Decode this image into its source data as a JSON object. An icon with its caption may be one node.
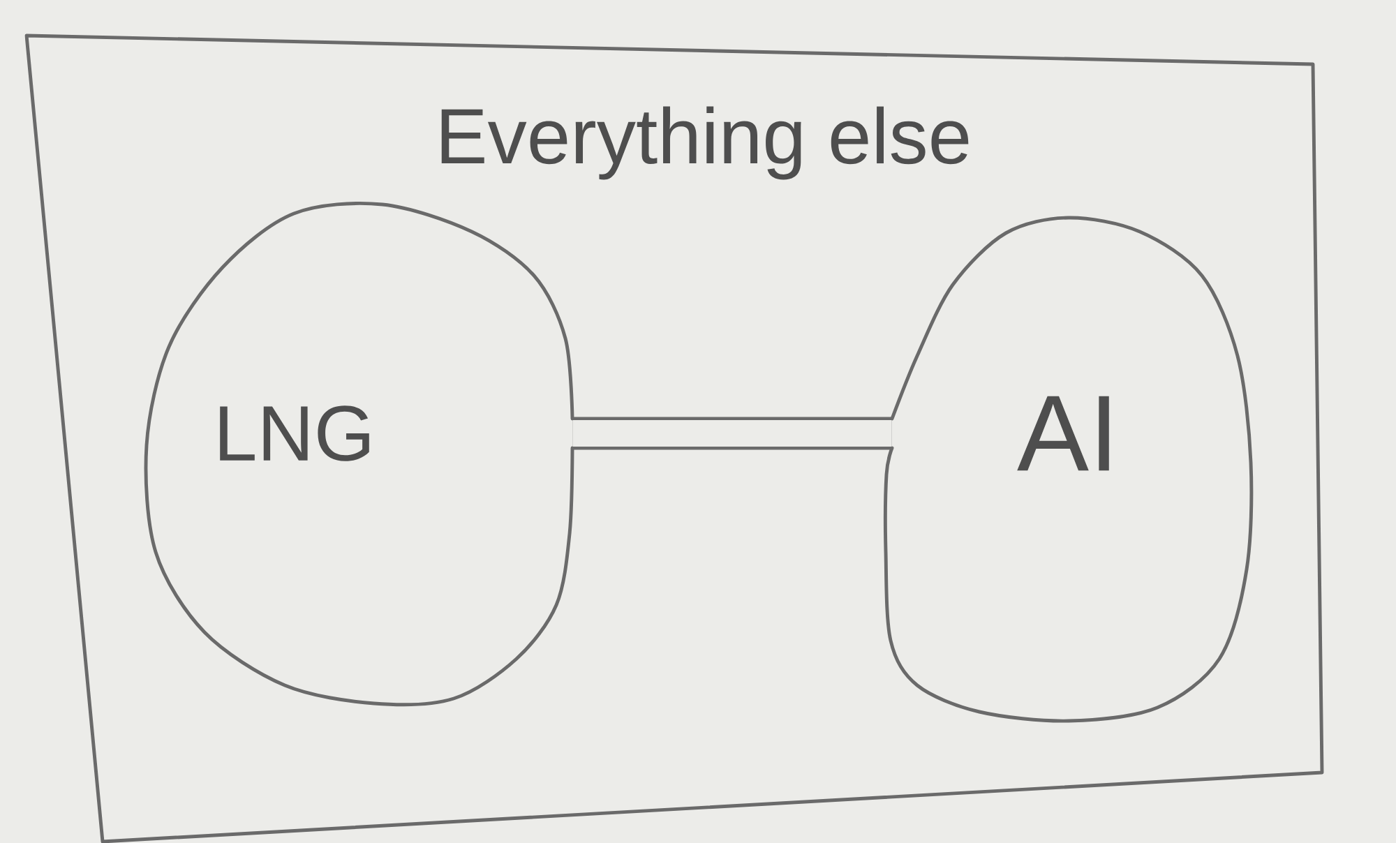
{
  "diagram": {
    "nodes": [
      {
        "text": [
          "Everything else"
        ]
      },
      {
        "text": [
          "LNG"
        ],
        "in": 0
      },
      {
        "text": [
          "AI"
        ],
        "in": 0
      }
    ],
    "edges": [
      {
        "from": 1,
        "to": 2,
        "arrow": "none"
      }
    ]
  }
}
